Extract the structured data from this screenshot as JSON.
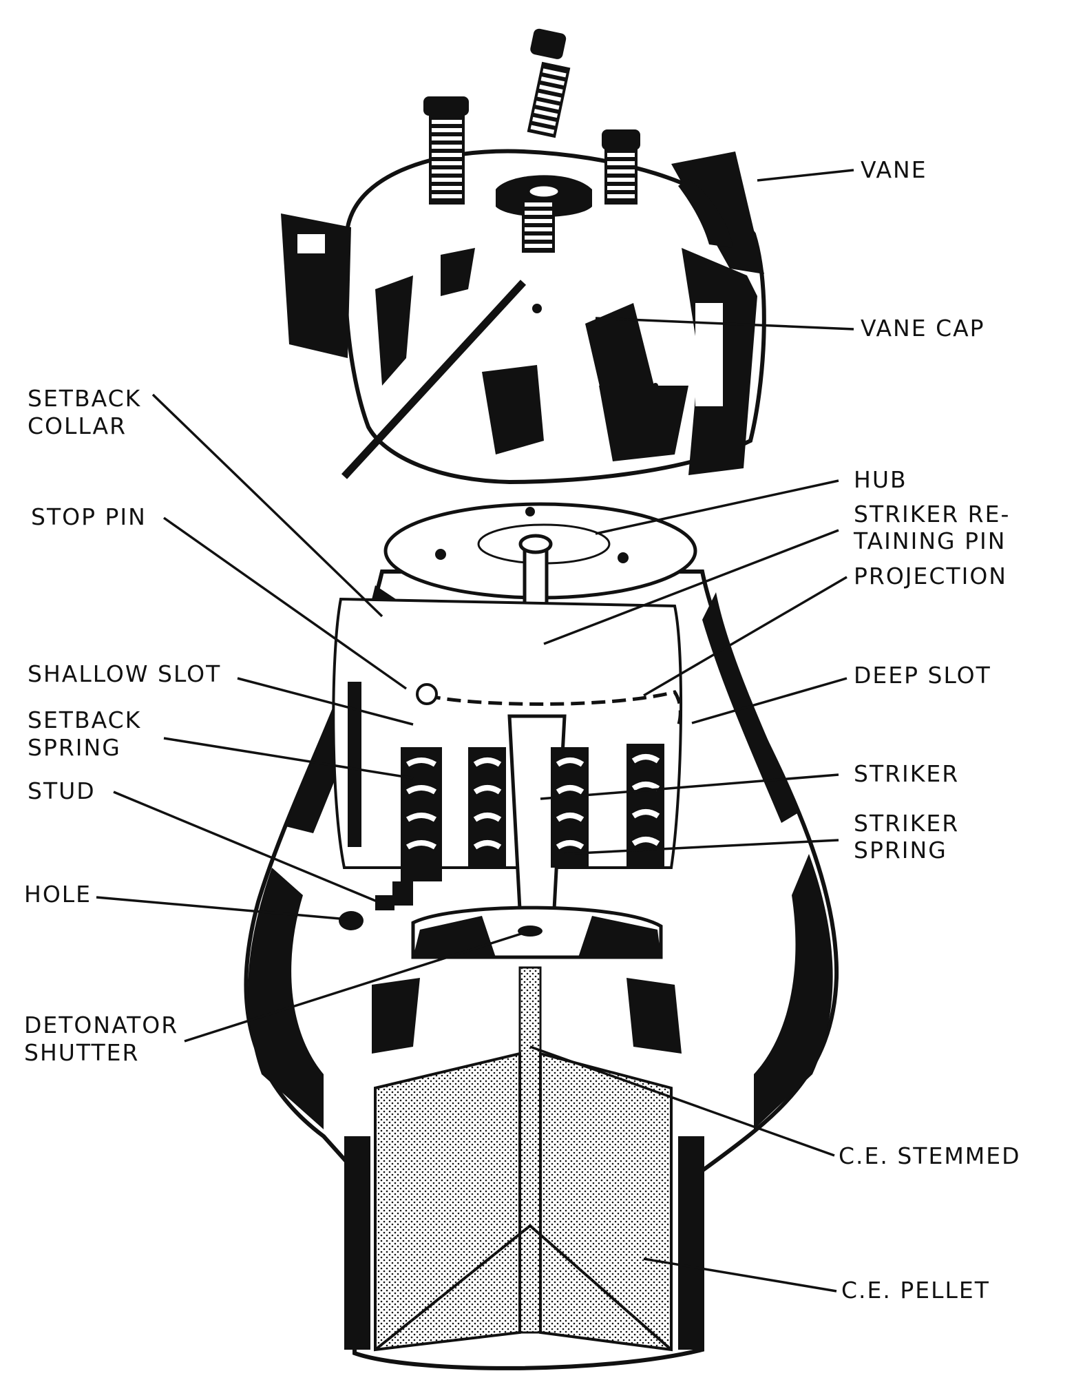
{
  "diagram": {
    "labels": {
      "vane": "VANE",
      "vane_cap": "VANE CAP",
      "setback_collar_1": "SETBACK",
      "setback_collar_2": "COLLAR",
      "hub": "HUB",
      "stop_pin": "STOP PIN",
      "striker_retaining_pin_1": "STRIKER RE-",
      "striker_retaining_pin_2": "TAINING PIN",
      "projection": "PROJECTION",
      "shallow_slot": "SHALLOW SLOT",
      "deep_slot": "DEEP SLOT",
      "setback_spring_1": "SETBACK",
      "setback_spring_2": "SPRING",
      "striker": "STRIKER",
      "stud": "STUD",
      "striker_spring_1": "STRIKER",
      "striker_spring_2": "SPRING",
      "hole": "HOLE",
      "detonator_shutter_1": "DETONATOR",
      "detonator_shutter_2": "SHUTTER",
      "ce_stemmed": "C.E. STEMMED",
      "ce_pellet": "C.E. PELLET"
    }
  },
  "colors": {
    "ink": "#111111",
    "paper": "#ffffff"
  }
}
